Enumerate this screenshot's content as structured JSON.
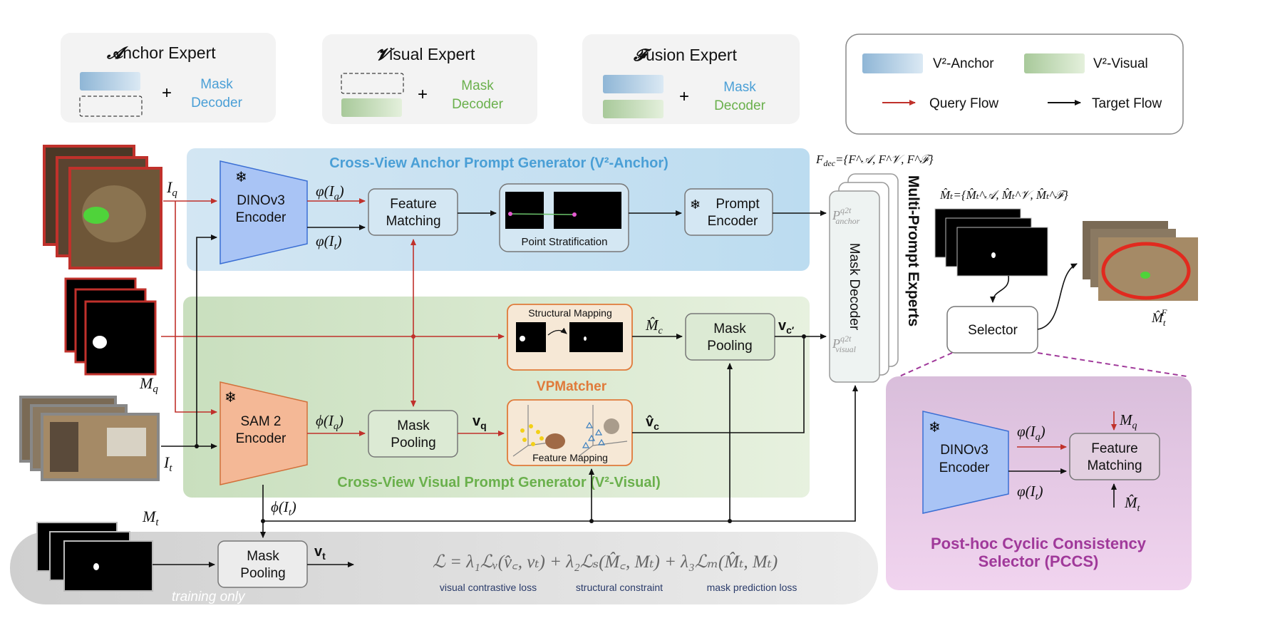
{
  "legend_experts": {
    "anchor": {
      "title_cap": "𝓐",
      "title_rest": "nchor Expert",
      "decoder_line1": "Mask",
      "decoder_line2": "Decoder"
    },
    "visual": {
      "title_cap": "𝓥",
      "title_rest": "isual Expert",
      "decoder_line1": "Mask",
      "decoder_line2": "Decoder"
    },
    "fusion": {
      "title_cap": "𝓕",
      "title_rest": "usion Expert",
      "decoder_line1": "Mask",
      "decoder_line2": "Decoder"
    },
    "plus": "+"
  },
  "legend_key": {
    "anchor": "V²-Anchor",
    "visual": "V²-Visual",
    "query_flow": "Query Flow",
    "target_flow": "Target Flow"
  },
  "colors": {
    "anchor_blue": "#4a9fd6",
    "visual_green": "#6ab04c",
    "vpmatcher_orange": "#e07a3a",
    "query_red": "#c0312b",
    "pccs_purple": "#a0399a",
    "encoder_blue": "#a9c4f5",
    "encoder_orange": "#f4b896"
  },
  "panels": {
    "anchor_title": "Cross-View Anchor Prompt Generator (V²-Anchor)",
    "visual_title": "Cross-View Visual Prompt Generator (V²-Visual)",
    "training_only": "training only"
  },
  "labels": {
    "Iq": "I",
    "Iq_sub": "q",
    "It": "I",
    "It_sub": "t",
    "Mq": "M",
    "Mq_sub": "q",
    "Mt": "M",
    "Mt_sub": "t",
    "phi_Iq": "φ(I",
    "phi_It": "φ(I",
    "sam_phi_Iq": "ϕ(I",
    "sam_phi_It": "ϕ(I",
    "close_q": "q",
    "close_t": "t",
    "vq": "v",
    "vq_sub": "q",
    "vc_hat": "v̂",
    "vc_hat_sub": "c",
    "vc_prime": "v",
    "vc_prime_sub": "c′",
    "vt": "v",
    "vt_sub": "t",
    "Mc_hat": "M̂",
    "Mc_hat_sub": "c",
    "fdec": "F",
    "fdec_sub": "dec",
    "fdec_rest": "={F",
    "fdec_set": "={F^𝒜, F^𝒱, F^ℱ}",
    "mt_set": "M̂ₜ={M̂ₜ^𝒜, M̂ₜ^𝒱, M̂ₜ^ℱ}",
    "mtf": "M̂",
    "mtf_sub": "t",
    "mtf_sup": "F",
    "p_anchor": "P",
    "p_anchor_sup": "q2t",
    "p_anchor_sub": "anchor",
    "p_visual": "P",
    "p_visual_sup": "q2t",
    "p_visual_sub": "visual"
  },
  "modules": {
    "dinov3_1": "DINOv3",
    "dinov3_2": "Encoder",
    "sam_1": "SAM 2",
    "sam_2": "Encoder",
    "feature_matching_1": "Feature",
    "feature_matching_2": "Matching",
    "point_stratification": "Point Stratification",
    "prompt_encoder_1": "Prompt",
    "prompt_encoder_2": "Encoder",
    "structural_mapping": "Structural Mapping",
    "vpmatcher": "VPMatcher",
    "mask_pooling_1": "Mask",
    "mask_pooling_2": "Pooling",
    "feature_mapping": "Feature Mapping",
    "mask_decoder": "Mask Decoder",
    "multi_prompt_experts": "Multi-Prompt Experts",
    "selector": "Selector"
  },
  "pccs": {
    "dinov3_1": "DINOv3",
    "dinov3_2": "Encoder",
    "feature_matching_1": "Feature",
    "feature_matching_2": "Matching",
    "title_1": "Post-hoc Cyclic Consistency",
    "title_2": "Selector (PCCS)"
  },
  "loss": {
    "formula": "ℒ = λ₁ℒᵥ(v̂꜀, vₜ) + λ₂ℒₛ(M̂꜀, Mₜ) + λ₃ℒₘ(M̂ₜ, Mₜ)",
    "term1_caption": "visual contrastive loss",
    "term2_caption": "structural constraint",
    "term3_caption": "mask prediction loss"
  }
}
